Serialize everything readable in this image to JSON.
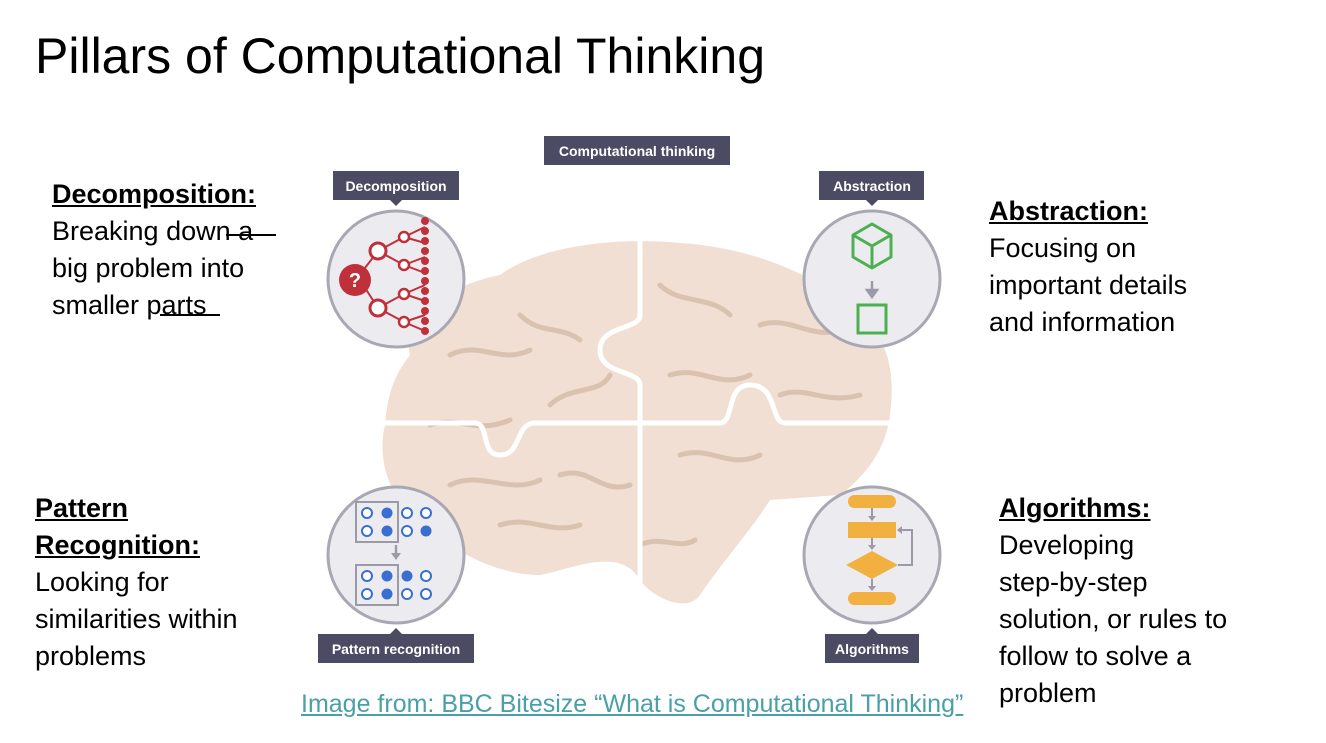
{
  "slide": {
    "title": "Pillars of Computational Thinking",
    "credit": "Image from: BBC Bitesize “What is Computational Thinking”"
  },
  "pillars": {
    "decomposition": {
      "heading": "Decomposition:",
      "lines": [
        "Breaking down a",
        "big problem into",
        "smaller parts"
      ]
    },
    "abstraction": {
      "heading": "Abstraction:",
      "lines": [
        "Focusing on",
        "important details",
        "and information"
      ]
    },
    "pattern": {
      "heading_lines": [
        "Pattern",
        "Recognition:"
      ],
      "lines": [
        "Looking for",
        "similarities within",
        "problems"
      ]
    },
    "algorithms": {
      "heading": "Algorithms:",
      "lines": [
        "Developing",
        "step-by-step",
        "solution, or rules to",
        "follow to solve a",
        "problem"
      ]
    }
  },
  "diagram": {
    "center_label": "Computational thinking",
    "decomposition_label": "Decomposition",
    "abstraction_label": "Abstraction",
    "pattern_label": "Pattern recognition",
    "algorithms_label": "Algorithms",
    "question_mark": "?",
    "colors": {
      "label_bg": "#4b4b63",
      "brain": "#f0dfd2",
      "brain_vein": "#d9c2b0",
      "red": "#c0303a",
      "green": "#4caf50",
      "blue": "#3a6fd0",
      "orange": "#f2b040",
      "arrow": "#9a9aa8"
    }
  }
}
